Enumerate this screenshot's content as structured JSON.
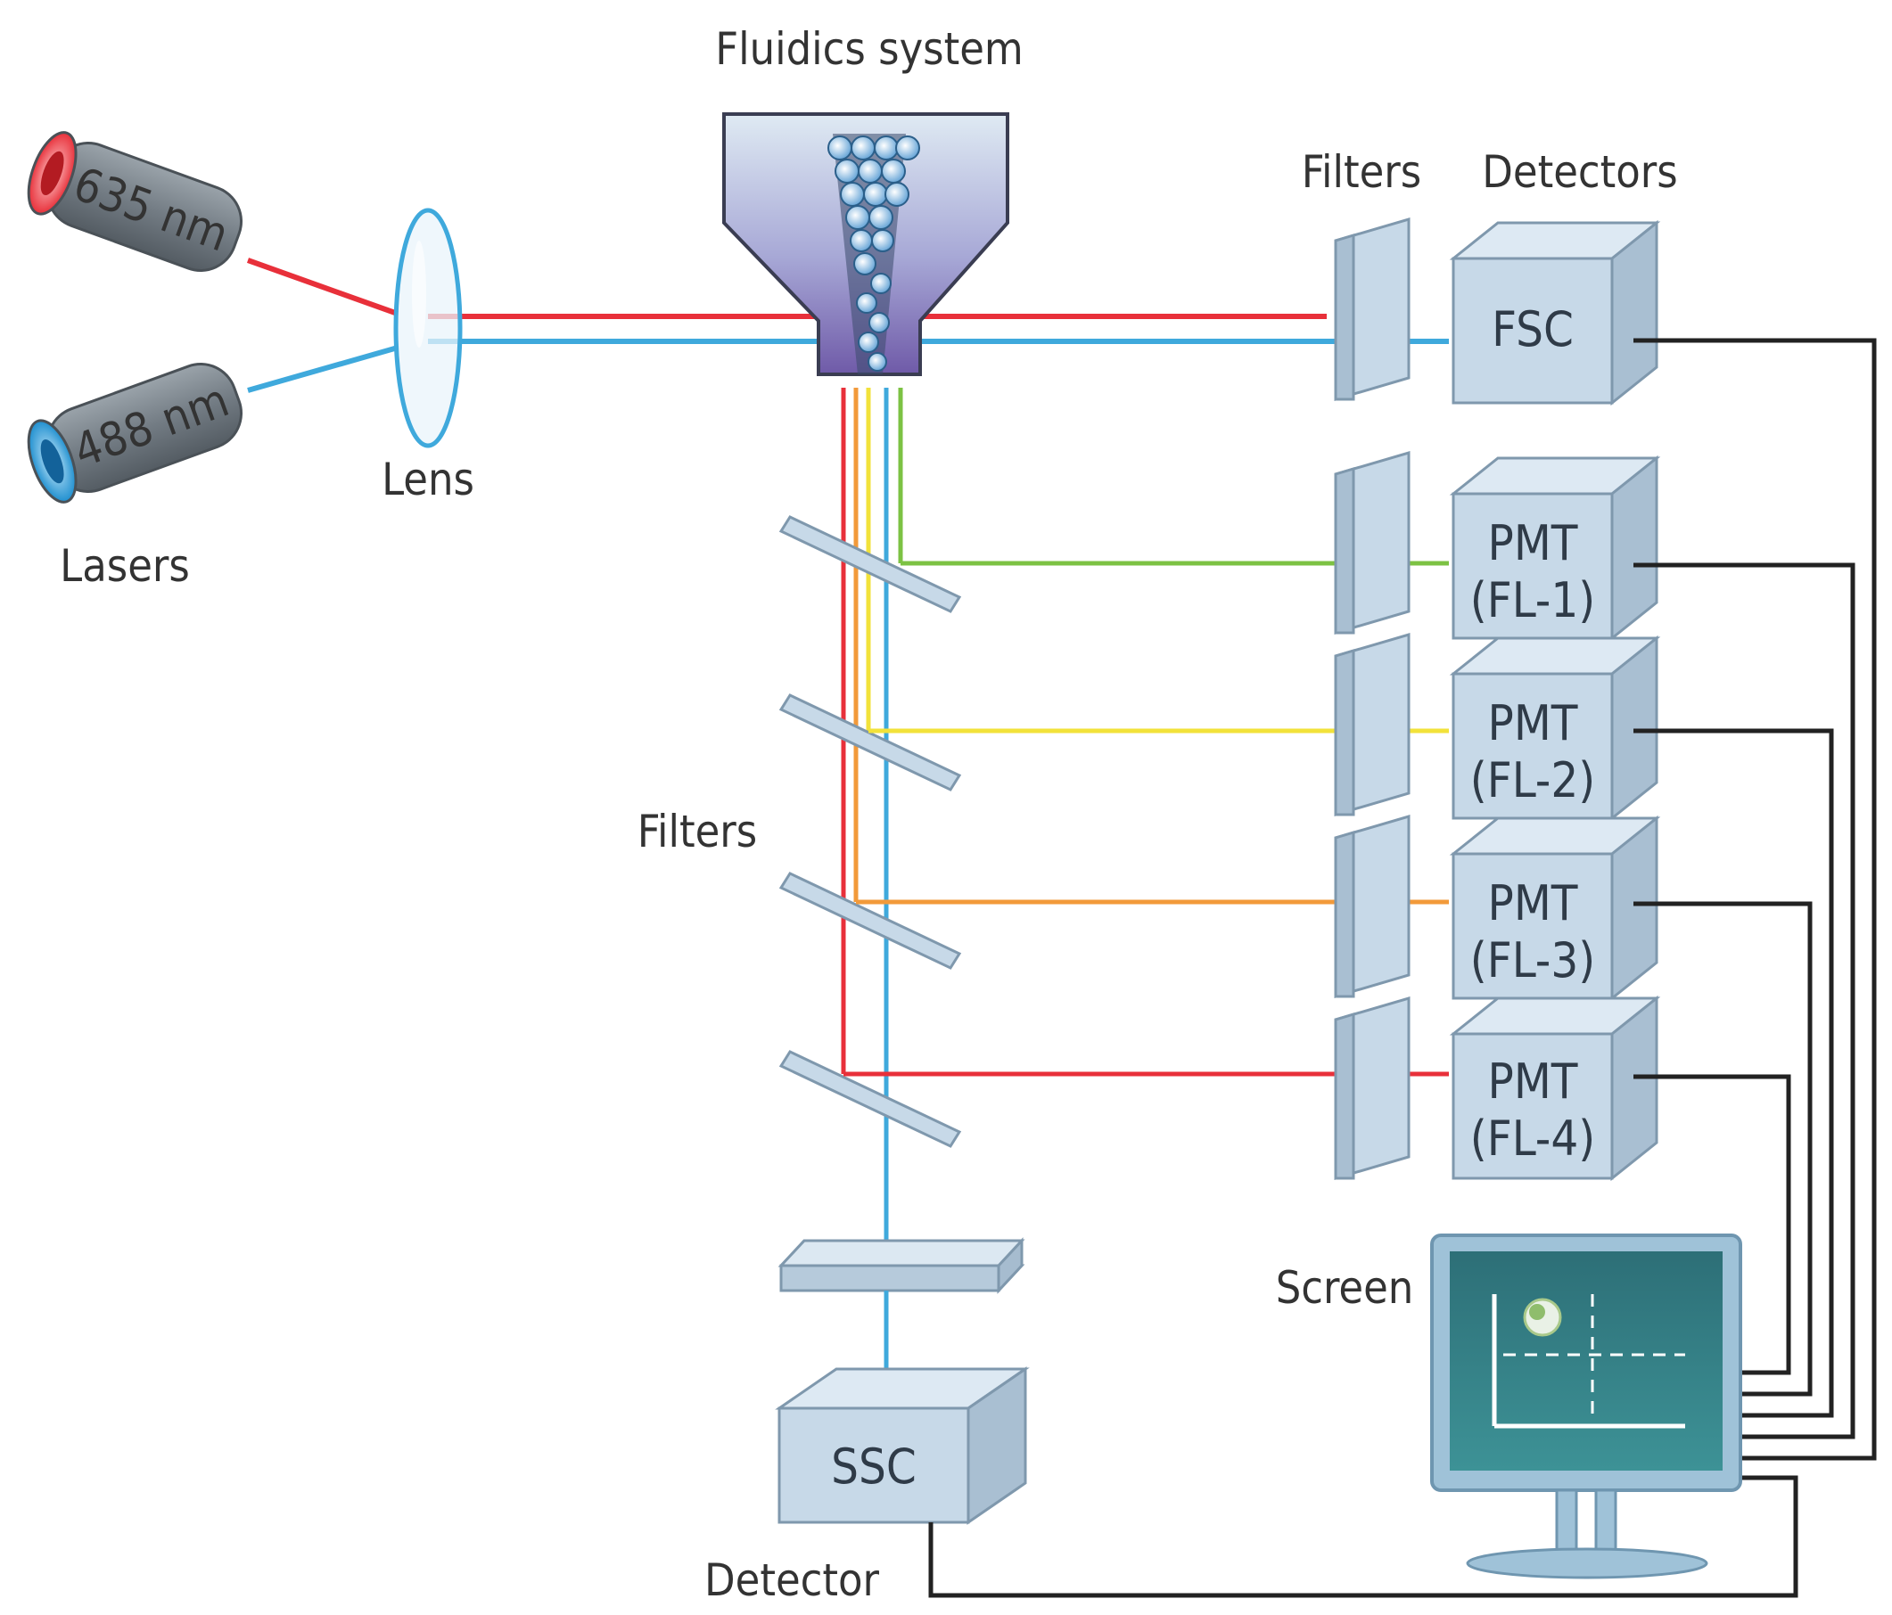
{
  "labels": {
    "fluidics": "Fluidics system",
    "filters_top": "Filters",
    "detectors": "Detectors",
    "lens": "Lens",
    "lasers": "Lasers",
    "filters_mid": "Filters",
    "screen": "Screen",
    "detector_bottom": "Detector"
  },
  "lasers": [
    {
      "wavelength": "635 nm",
      "color": "#e8303a"
    },
    {
      "wavelength": "488 nm",
      "color": "#3fa9dc"
    }
  ],
  "detectors": [
    {
      "line1": "FSC",
      "line2": "",
      "beam_color": "#3fa9dc"
    },
    {
      "line1": "PMT",
      "line2": "(FL-1)",
      "beam_color": "#7cc243"
    },
    {
      "line1": "PMT",
      "line2": "(FL-2)",
      "beam_color": "#f2e23a"
    },
    {
      "line1": "PMT",
      "line2": "(FL-3)",
      "beam_color": "#f29a3a"
    },
    {
      "line1": "PMT",
      "line2": "(FL-4)",
      "beam_color": "#e8303a"
    }
  ],
  "ssc": {
    "label": "SSC"
  },
  "colors": {
    "red": "#e8303a",
    "blue": "#3fa9dc",
    "green": "#7cc243",
    "yellow": "#f2e23a",
    "orange": "#f29a3a",
    "box_face": "#c7d9e8",
    "box_edge": "#7f98ad",
    "screen": "#2f7f84",
    "cable": "#222222"
  }
}
